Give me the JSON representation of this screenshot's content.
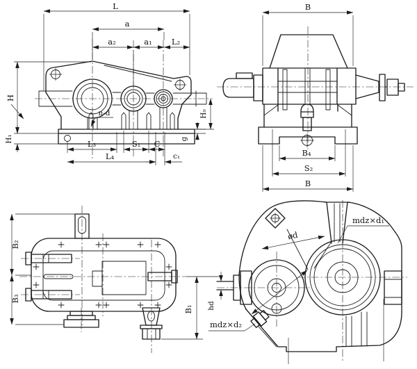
{
  "style": {
    "background": "#ffffff",
    "ink": "#1c1c1c"
  },
  "labels": {
    "front": {
      "L": "L",
      "a": "a",
      "a2": "a₂",
      "a1": "a₁",
      "L2": "L₂",
      "H": "H",
      "H1": "H₁",
      "H0": "H₀",
      "g": "g",
      "nd": "n-d",
      "L3": "L₃",
      "S1": "S₁",
      "C": "C",
      "L4": "L₄",
      "c1": "c₁"
    },
    "side": {
      "B_top": "B",
      "B4": "B₄",
      "S2": "S₂",
      "B_bot": "B"
    },
    "plan": {
      "B2": "B₂",
      "B3": "B₃",
      "B1": "B₁"
    },
    "end": {
      "od": "ød",
      "mdzd1": "mdz×d₁",
      "mdzd2": "mdz×d₂",
      "hd": "hd"
    }
  }
}
